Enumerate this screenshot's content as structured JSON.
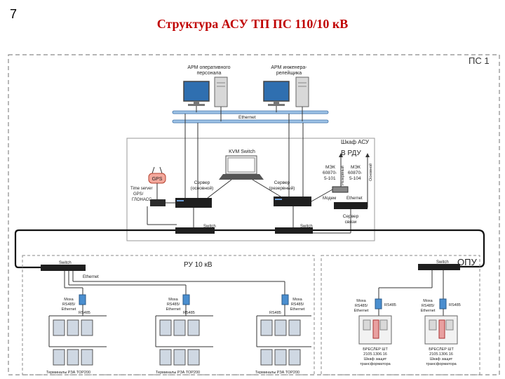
{
  "slide_number": "7",
  "title": "Структура АСУ ТП ПС 110/10 кВ",
  "labels": {
    "substation": "ПС 1",
    "arm_operator": [
      "АРМ оперативного",
      "персонала"
    ],
    "arm_engineer": [
      "АРМ инженера-",
      "релейщика"
    ],
    "ethernet_bus": "Ethernet",
    "cabinet": [
      "Шкаф АСУ",
      "В РДУ"
    ],
    "kvm_switch": "KVM Switch",
    "gps": "GPS",
    "time_server": [
      "Time server",
      "GPS/",
      "ГЛОНАСС"
    ],
    "server_main": [
      "Сервер",
      "(основной)"
    ],
    "server_reserve": [
      "Сервер",
      "(резервный)"
    ],
    "mek_1": [
      "МЭК",
      "60870-",
      "5-101"
    ],
    "mek_2": [
      "МЭК",
      "60870-",
      "5-104"
    ],
    "reserve_channel": "Резервный",
    "main_channel": "Основной",
    "modem": "Модем",
    "ethernet_small": "Ethernet",
    "comm_server": [
      "Сервер",
      "связи"
    ],
    "switch": "Switch",
    "ru_10kv": "РУ 10 кВ",
    "opu": "ОПУ",
    "moxa": [
      "Moxa",
      "RS485/",
      "Ethernet"
    ],
    "rs485": "RS485",
    "terminals": "Терминалы РЗА ТОР200",
    "breslers": [
      "БРЕСЛЕР ШТ",
      "2105.1306.16",
      "Шкаф защит",
      "трансформатора"
    ]
  }
}
